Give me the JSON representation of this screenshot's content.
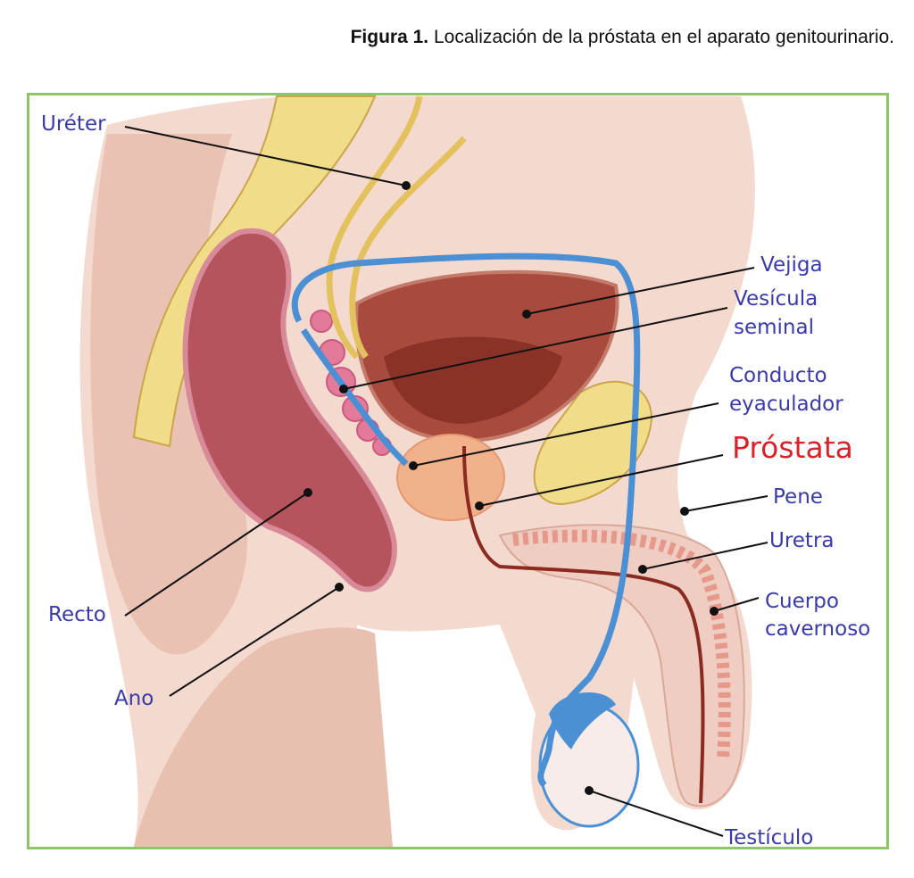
{
  "caption": {
    "prefix": "Figura 1.",
    "text": "Localización de la próstata en el aparato genitourinario."
  },
  "labels": {
    "ureter": "Uréter",
    "vejiga": "Vejiga",
    "vesicula_1": "Vesícula",
    "vesicula_2": "seminal",
    "conducto_1": "Conducto",
    "conducto_2": "eyaculador",
    "prostata": "Próstata",
    "pene": "Pene",
    "uretra": "Uretra",
    "cuerpo_1": "Cuerpo",
    "cuerpo_2": "cavernoso",
    "recto": "Recto",
    "ano": "Ano",
    "testiculo": "Testículo"
  },
  "colors": {
    "frame_border": "#8cc56a",
    "label_text": "#3a3aa8",
    "highlight_label": "#d8232a",
    "skin": "#f4d9cf",
    "vessel_blue": "#4b8fd4",
    "ureter_yellow": "#e3c15c"
  }
}
